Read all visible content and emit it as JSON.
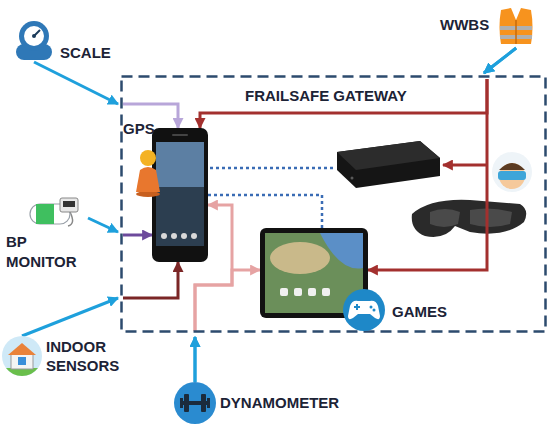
{
  "diagram": {
    "nodes": [
      {
        "text": [
          "SCALE"
        ]
      },
      {
        "text": [
          "WWBS"
        ]
      },
      {
        "text": [
          "FRAILSAFE GATEWAY"
        ]
      },
      {
        "text": [
          "GPS"
        ],
        "in": 2
      },
      {
        "text": [
          "GAMES"
        ],
        "in": 2
      },
      {
        "text": [
          "BP MONITOR"
        ]
      },
      {
        "text": [
          "INDOOR SENSORS"
        ]
      },
      {
        "text": [
          "DYNAMOMETER"
        ]
      }
    ],
    "edges": [
      {
        "from": 0,
        "to": 3,
        "arrow": "to"
      },
      {
        "from": 1,
        "to": 3,
        "arrow": "to"
      },
      {
        "from": 1,
        "to": 4,
        "arrow": "to"
      },
      {
        "from": 5,
        "to": 3,
        "arrow": "to"
      },
      {
        "from": 6,
        "to": 3,
        "arrow": "to"
      },
      {
        "from": 7,
        "to": 3,
        "arrow": "to"
      },
      {
        "from": 7,
        "to": 4,
        "arrow": "to"
      },
      {
        "from": 3,
        "to": 4,
        "arrow": "none"
      }
    ]
  }
}
